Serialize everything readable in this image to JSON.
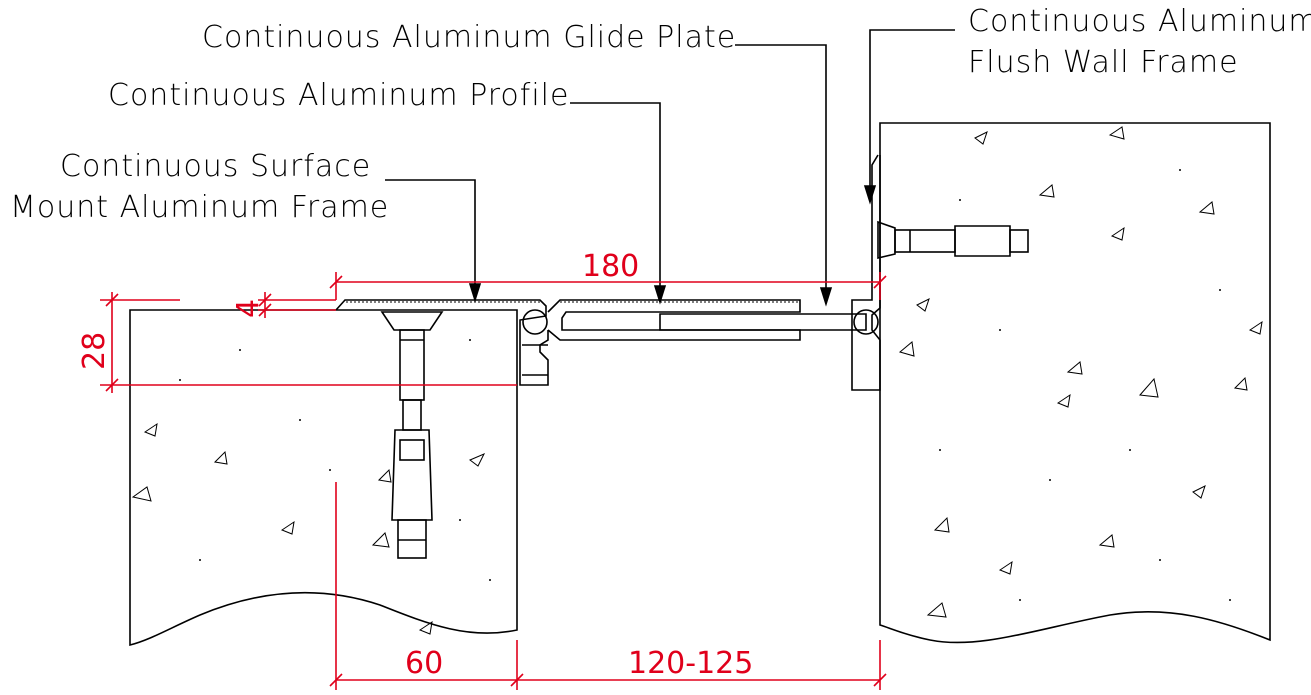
{
  "labels": {
    "glide_plate": "Continuous Aluminum Glide Plate",
    "flush_frame_line1": "Continuous Aluminum",
    "flush_frame_line2": "Flush Wall Frame",
    "profile": "Continuous Aluminum Profile",
    "surface_frame_line1": "Continuous Surface",
    "surface_frame_line2": "Mount Aluminum Frame"
  },
  "dimensions": {
    "overall_width": "180",
    "depth": "28",
    "plate_thickness": "4",
    "anchor_offset": "60",
    "joint_gap": "120-125"
  },
  "colors": {
    "dimension": "#e0001b",
    "linework": "#000000"
  }
}
